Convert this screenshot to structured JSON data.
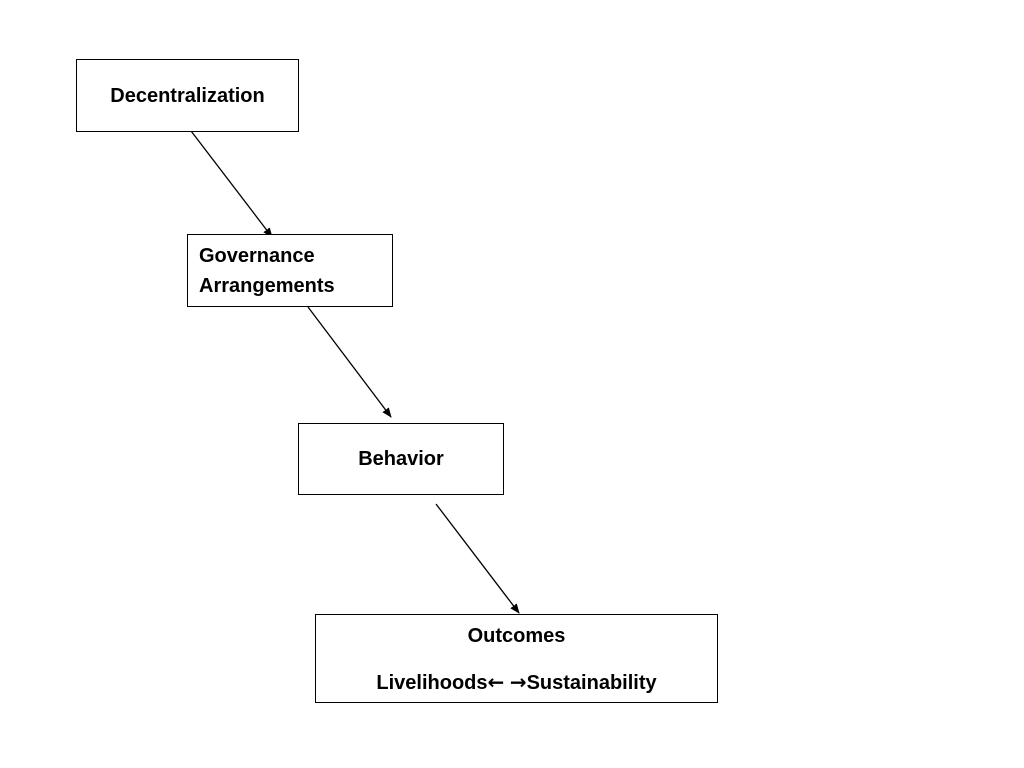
{
  "nodes": {
    "decentralization": "Decentralization",
    "governance": {
      "line1": "Governance",
      "line2": "Arrangements"
    },
    "behavior": "Behavior",
    "outcomes": {
      "title": "Outcomes",
      "left": "Livelihoods",
      "arrow_left": "←",
      "arrow_right": "→",
      "right": "Sustainability"
    }
  },
  "colors": {
    "stroke": "#000000",
    "background": "#ffffff"
  }
}
